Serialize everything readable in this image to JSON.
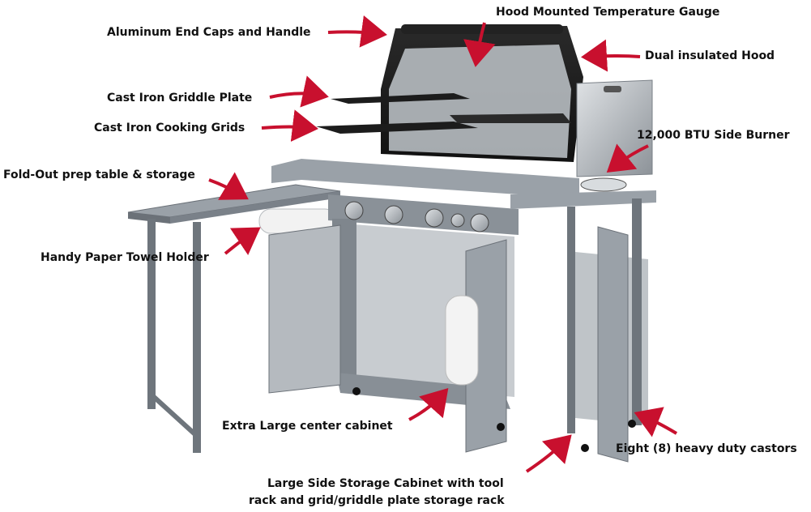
{
  "colors": {
    "arrow": "#c8102e",
    "metal_light": "#aab1b8",
    "metal_mid": "#7f878f",
    "metal_dark": "#5a6168",
    "black": "#1a1a1a"
  },
  "labels": {
    "hood_gauge": "Hood Mounted Temperature Gauge",
    "end_caps": "Aluminum End Caps and Handle",
    "dual_hood": "Dual insulated Hood",
    "griddle": "Cast Iron Griddle Plate",
    "grids": "Cast Iron Cooking Grids",
    "side_burner": "12,000 BTU Side Burner",
    "prep_table": "Fold-Out prep table & storage",
    "towel_holder": "Handy Paper Towel Holder",
    "center_cabinet": "Extra Large center cabinet",
    "castors": "Eight (8) heavy duty castors",
    "side_cabinet_1": "Large Side Storage Cabinet with tool",
    "side_cabinet_2": "rack and grid/griddle plate storage rack"
  }
}
